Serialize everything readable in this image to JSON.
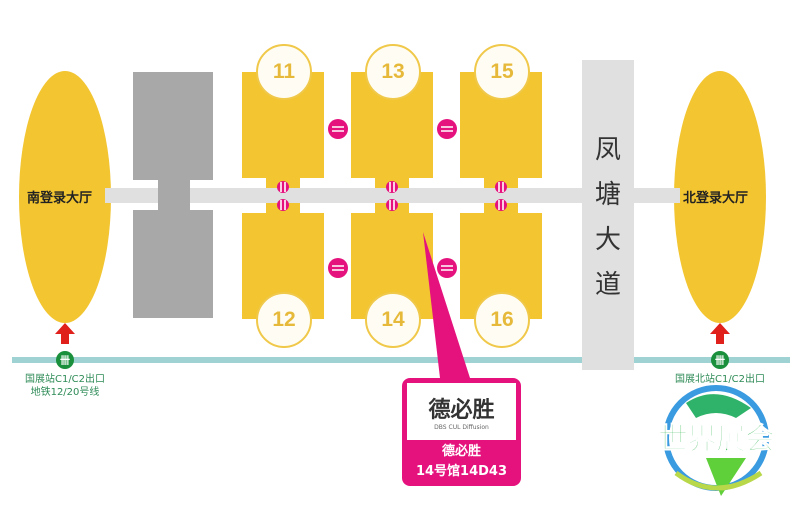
{
  "halls": [
    {
      "number": "11"
    },
    {
      "number": "13"
    },
    {
      "number": "15"
    },
    {
      "number": "12"
    },
    {
      "number": "14"
    },
    {
      "number": "16"
    }
  ],
  "south_hall": {
    "label": "南登录大厅"
  },
  "north_hall": {
    "label": "北登录大厅"
  },
  "road": {
    "label": [
      "凤",
      "塘",
      "大",
      "道"
    ]
  },
  "stations": [
    {
      "line1": "国展站C1/C2出口",
      "line2": "地铁12/20号线"
    },
    {
      "line1": "国展北站C1/C2出口"
    }
  ],
  "booth": {
    "brand": "德必胜",
    "brand_en": "DBS CUL Diffusion",
    "name": "德必胜",
    "location": "14号馆14D43"
  },
  "logo": {
    "text": "世界展会"
  },
  "colors": {
    "hall": "#f2c531",
    "corridor": "#e0e0e0",
    "accent": "#e5127d",
    "metro_line": "#9fd3d3",
    "metro": "#1a8f3c",
    "arrow": "#e0201b"
  }
}
